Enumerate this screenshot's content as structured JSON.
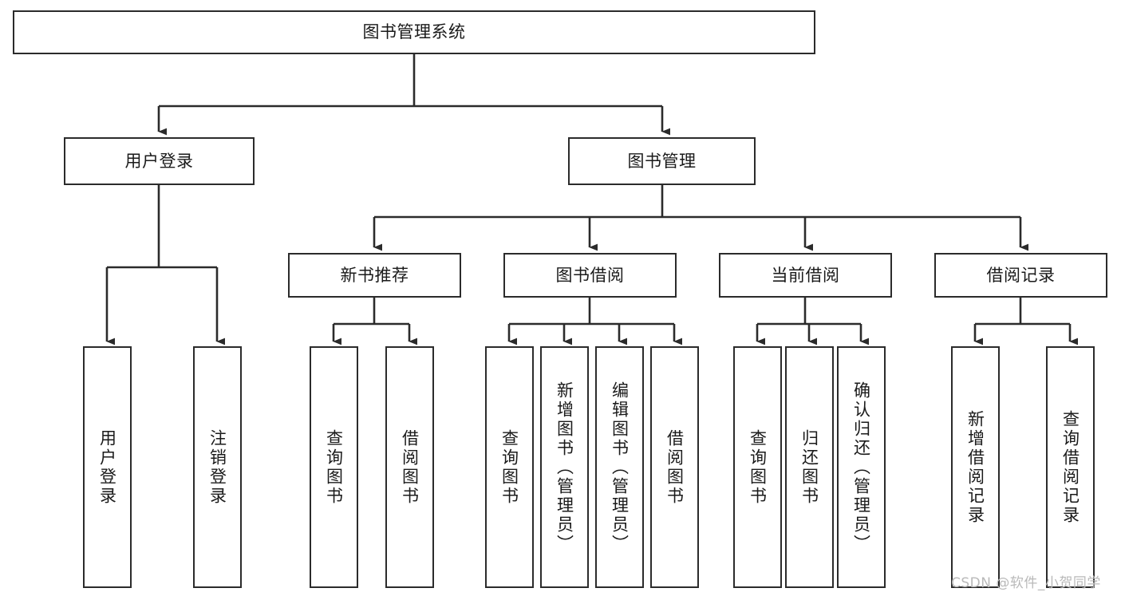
{
  "diagram": {
    "title": "图书管理系统",
    "type": "tree",
    "watermark": "CSDN @软件_小贺同学",
    "colors": {
      "box_border": "#2b2b2b",
      "box_fill": "#ffffff",
      "connector": "#2b2b2b",
      "text": "#1a1a1a",
      "watermark": "#b9b9b9",
      "background": "#ffffff"
    },
    "root": {
      "id": "root",
      "label": "图书管理系统",
      "orientation": "horizontal"
    },
    "level1": [
      {
        "id": "user-login",
        "label": "用户登录",
        "orientation": "horizontal"
      },
      {
        "id": "book-manage",
        "label": "图书管理",
        "orientation": "horizontal"
      }
    ],
    "level2": [
      {
        "id": "new-book-recommend",
        "label": "新书推荐",
        "orientation": "horizontal",
        "parent": "book-manage"
      },
      {
        "id": "book-borrow",
        "label": "图书借阅",
        "orientation": "horizontal",
        "parent": "book-manage"
      },
      {
        "id": "current-borrow",
        "label": "当前借阅",
        "orientation": "horizontal",
        "parent": "book-manage"
      },
      {
        "id": "borrow-record",
        "label": "借阅记录",
        "orientation": "horizontal",
        "parent": "book-manage"
      }
    ],
    "leaves": [
      {
        "id": "leaf-user-login",
        "label": "用户登录",
        "orientation": "vertical",
        "parent": "user-login"
      },
      {
        "id": "leaf-logout-login",
        "label": "注销登录",
        "orientation": "vertical",
        "parent": "user-login"
      },
      {
        "id": "leaf-query-book-1",
        "label": "查询图书",
        "orientation": "vertical",
        "parent": "new-book-recommend"
      },
      {
        "id": "leaf-borrow-book-1",
        "label": "借阅图书",
        "orientation": "vertical",
        "parent": "new-book-recommend"
      },
      {
        "id": "leaf-query-book-2",
        "label": "查询图书",
        "orientation": "vertical",
        "parent": "book-borrow"
      },
      {
        "id": "leaf-add-book",
        "label": "新增图书（管理员）",
        "orientation": "vertical",
        "parent": "book-borrow"
      },
      {
        "id": "leaf-edit-book",
        "label": "编辑图书（管理员）",
        "orientation": "vertical",
        "parent": "book-borrow"
      },
      {
        "id": "leaf-borrow-book-2",
        "label": "借阅图书",
        "orientation": "vertical",
        "parent": "book-borrow"
      },
      {
        "id": "leaf-query-book-3",
        "label": "查询图书",
        "orientation": "vertical",
        "parent": "current-borrow"
      },
      {
        "id": "leaf-return-book",
        "label": "归还图书",
        "orientation": "vertical",
        "parent": "current-borrow"
      },
      {
        "id": "leaf-confirm-return",
        "label": "确认归还（管理员）",
        "orientation": "vertical",
        "parent": "current-borrow"
      },
      {
        "id": "leaf-add-record",
        "label": "新增借阅记录",
        "orientation": "vertical",
        "parent": "borrow-record"
      },
      {
        "id": "leaf-query-record",
        "label": "查询借阅记录",
        "orientation": "vertical",
        "parent": "borrow-record"
      }
    ]
  }
}
